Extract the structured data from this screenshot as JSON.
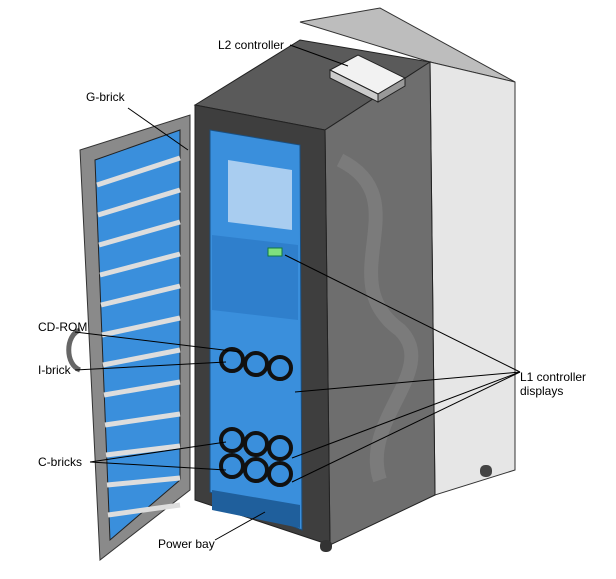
{
  "title": "Server rack with front door open",
  "labels": {
    "l2_controller": "L2 controller",
    "g_brick": "G-brick",
    "cd_rom": "CD-ROM",
    "i_brick": "I-brick",
    "c_bricks": "C-bricks",
    "power_bay": "Power bay",
    "l1_controller_line1": "L1 controller",
    "l1_controller_line2": "displays"
  },
  "colors": {
    "rack_black": "#4a4a4a",
    "rack_gray": "#d4d4d4",
    "blue_bricks": "#3a8fdc"
  }
}
